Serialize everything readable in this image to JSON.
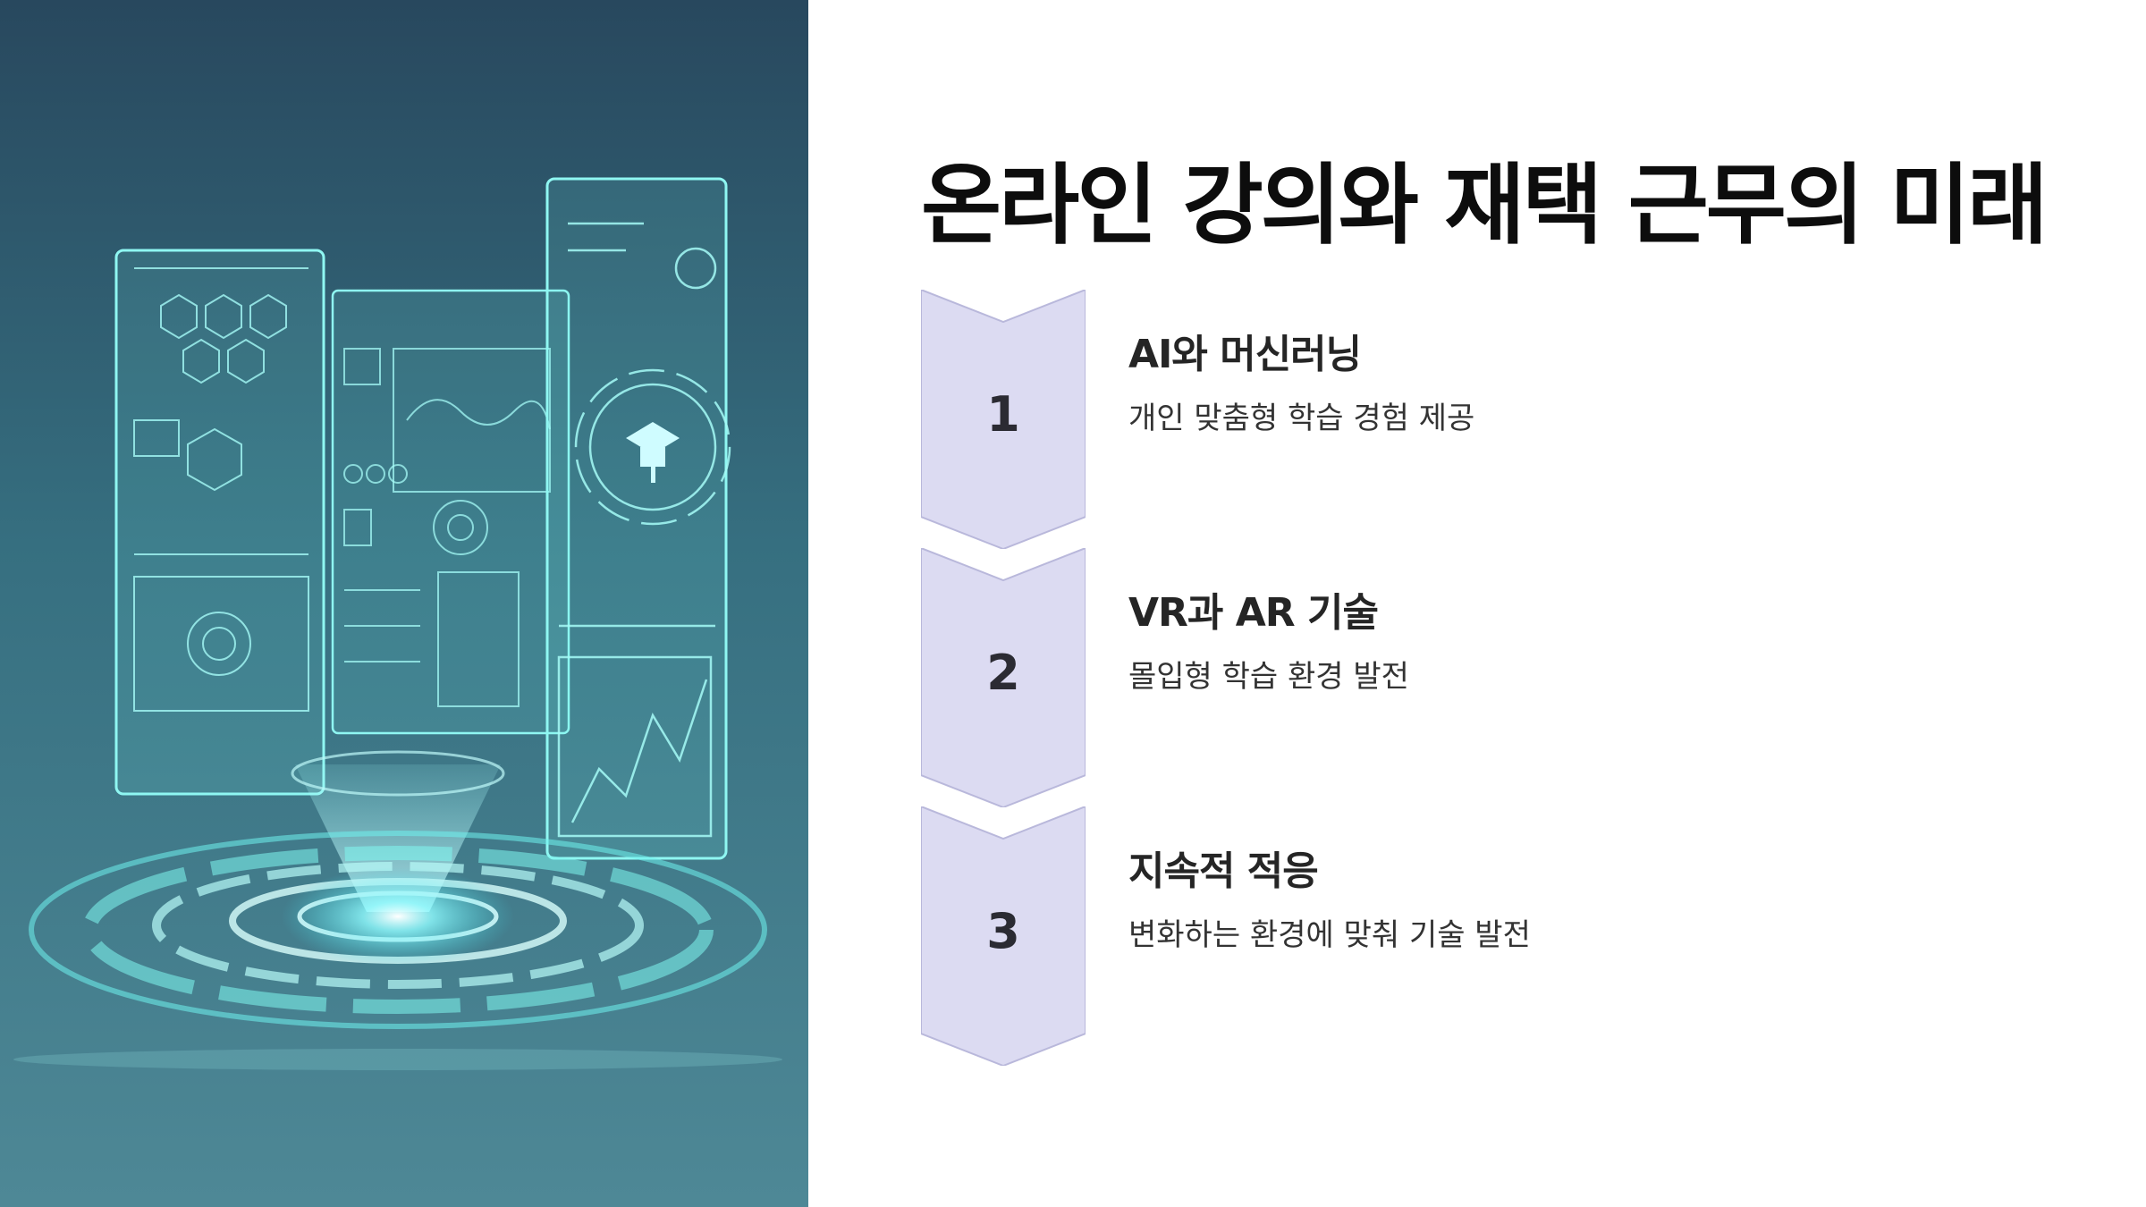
{
  "hero": {
    "icons": [
      "hologram-tablet-icon",
      "hologram-screen-icon",
      "graduation-cap-icon",
      "hologram-projector-icon"
    ]
  },
  "colors": {
    "chevron_fill": "#dcdbf2",
    "chevron_stroke": "#b9b8db",
    "title": "#0d0d0d",
    "accent_cyan": "#7ff7f0"
  },
  "title": "온라인 강의와 재택 근무의 미래",
  "steps": [
    {
      "number": "1",
      "title": "AI와 머신러닝",
      "description": "개인 맞춤형 학습 경험 제공"
    },
    {
      "number": "2",
      "title": "VR과 AR 기술",
      "description": "몰입형 학습 환경 발전"
    },
    {
      "number": "3",
      "title": "지속적 적응",
      "description": "변화하는 환경에 맞춰 기술 발전"
    }
  ]
}
